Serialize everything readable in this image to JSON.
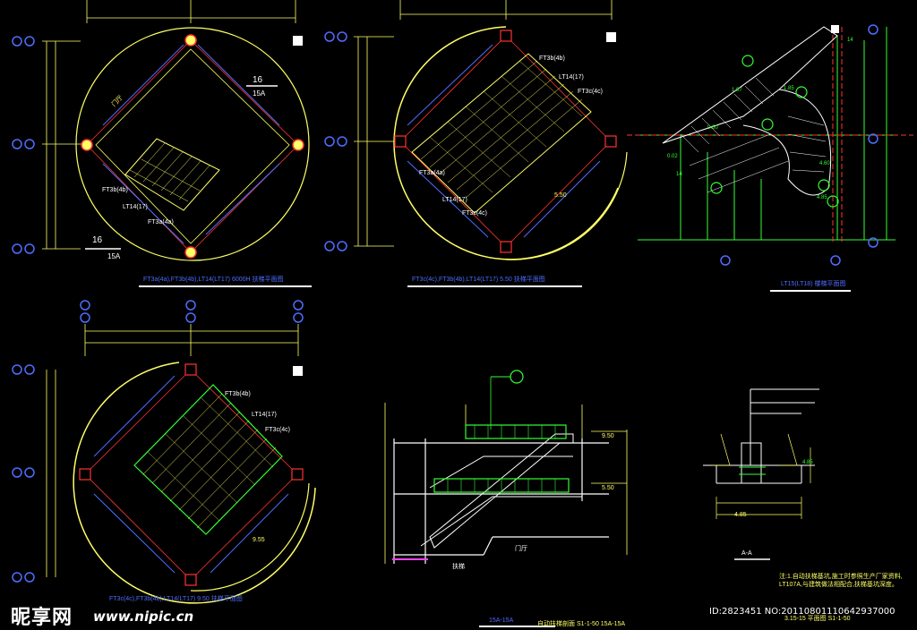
{
  "colors": {
    "background": "#000000",
    "yellow": "#ffff66",
    "blue": "#4f6cff",
    "green": "#33ff33",
    "red": "#ff3333",
    "white": "#ffffff",
    "magenta": "#ff44ff"
  },
  "panels": {
    "p1": {
      "labels": [
        "16",
        "15A",
        "16",
        "15A",
        "FT3b(4b)",
        "LT14(17)",
        "FT3a(4a)",
        "门厅"
      ],
      "title": "FT3a(4a),FT3b(4b),LT14(LT17)  6000H  扶梯平面图"
    },
    "p2": {
      "labels": [
        "FT3b(4b)",
        "LT14(17)",
        "FT3c(4c)",
        "FT3a(4a)",
        "LT14(17)",
        "FT3c(4c)",
        "5.50"
      ],
      "title": "FT3c(4c),FT3b(4b),LT14(LT17)  5.50 扶梯平面图"
    },
    "p3": {
      "labels": [
        "14",
        "1.87",
        "1.85",
        "4.60",
        "4.85",
        "14",
        "0.02",
        "0.60"
      ],
      "title": "LT15(LT18)  楼梯平面图"
    },
    "p4": {
      "labels": [
        "FT3b(4b)",
        "LT14(17)",
        "FT3c(4c)",
        "9.55"
      ],
      "title": "FT3c(4c),FT3b(4b),LT14(LT17)  9.50 扶梯平面图"
    },
    "p5": {
      "labels": [
        "9.50",
        "5.50",
        "门厅",
        "扶梯"
      ],
      "title": "15A-15A",
      "caption": "自动扶梯剖面  S1-1-50  15A-15A"
    },
    "p6": {
      "labels": [
        "4.85",
        "4.85",
        "A-A"
      ],
      "note": "注:1.自动扶梯基坑,施工时参照生产厂家资料, LT107A,与建筑做法相配合,扶梯基坑深度。",
      "refs": "3.15-15  平面图 S1-1-50"
    }
  },
  "watermark": {
    "logo": "昵享网",
    "site": "www.nipic.cn",
    "id": "ID:2823451 NO:20110801110642937000"
  }
}
